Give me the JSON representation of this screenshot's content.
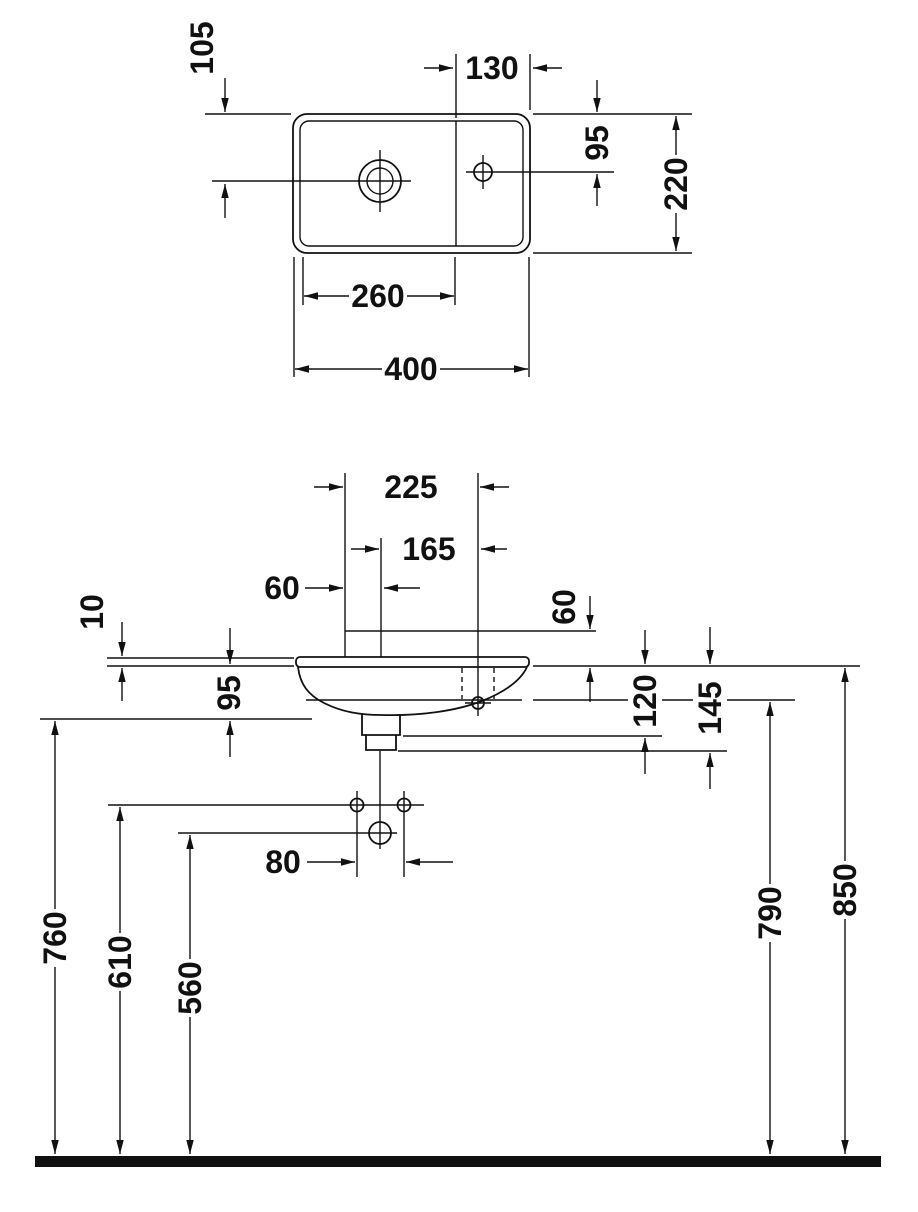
{
  "drawing": {
    "type": "sanitary-ware technical dimension drawing",
    "colors": {
      "ink": "#111111",
      "background": "#ffffff"
    },
    "top_view": {
      "drain_offset": "105",
      "deck_width": "130",
      "tap_offset": "95",
      "depth": "220",
      "bowl_width": "260",
      "width": "400"
    },
    "front_view": {
      "tap_span": "225",
      "drain_span": "165",
      "span_60": "60",
      "rim_10": "10",
      "height_95": "95",
      "above_60": "60",
      "depth_120": "120",
      "depth_145": "145",
      "holes_80": "80",
      "floor_760": "760",
      "floor_610": "610",
      "floor_560": "560",
      "floor_790": "790",
      "floor_850": "850"
    }
  }
}
